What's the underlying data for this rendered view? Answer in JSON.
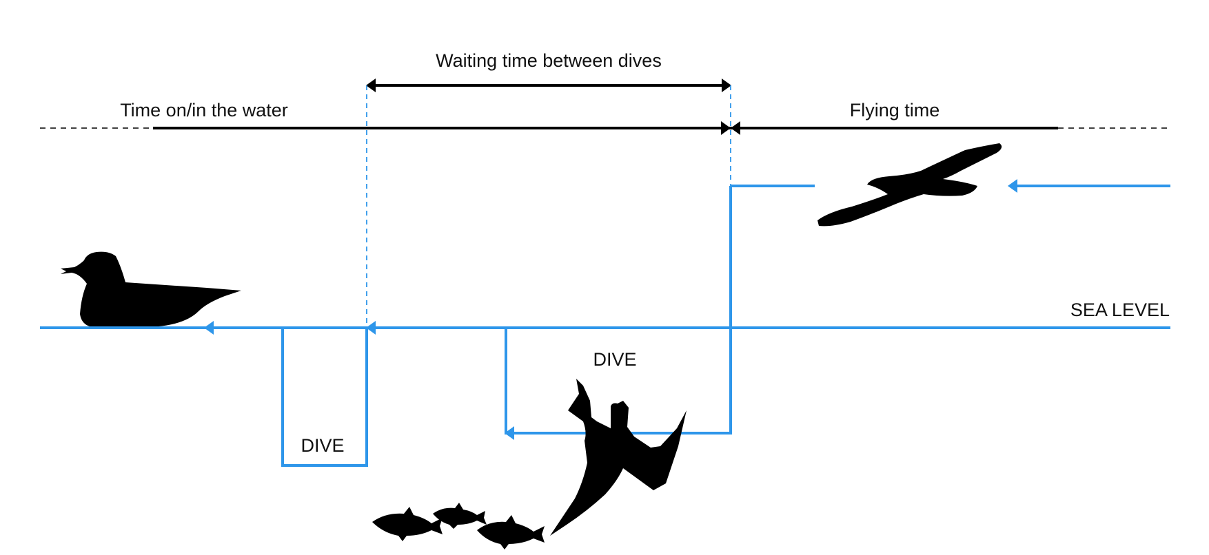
{
  "labels": {
    "waiting": "Waiting time between dives",
    "time_on_water": "Time on/in the water",
    "flying": "Flying time",
    "sea_level": "SEA LEVEL",
    "dive_1": "DIVE",
    "dive_2": "DIVE"
  },
  "colors": {
    "trajectory": "#2e96ea",
    "timeline": "#000000",
    "silhouette": "#000000",
    "background": "#ffffff"
  },
  "icons": {
    "floating_bird": "seabird-floating-icon",
    "flying_bird": "seabird-flying-icon",
    "diving_bird": "seabird-diving-icon",
    "fish": "fish-icon"
  }
}
